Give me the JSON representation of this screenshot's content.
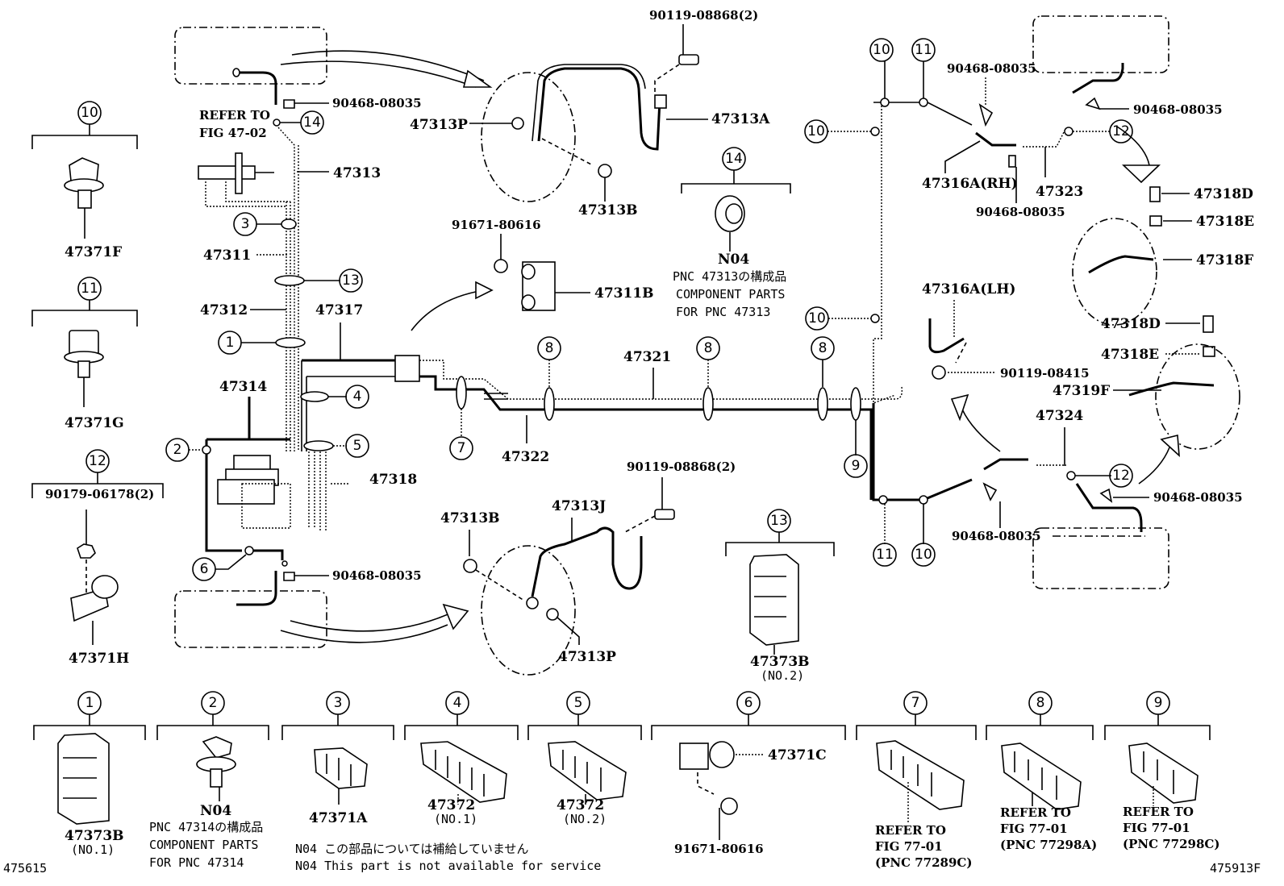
{
  "figure": {
    "left_code": "475615",
    "right_code": "475913F"
  },
  "callouts": {
    "c1": "1",
    "c2": "2",
    "c3": "3",
    "c4": "4",
    "c5": "5",
    "c6": "6",
    "c7": "7",
    "c8": "8",
    "c9": "9",
    "c10": "10",
    "c11": "11",
    "c12": "12",
    "c13": "13",
    "c14": "14"
  },
  "main": {
    "p_90468_top": "90468-08035",
    "refer_to": "REFER TO",
    "fig_47_02": "FIG 47-02",
    "p_47313": "47313",
    "p_47311": "47311",
    "p_47312": "47312",
    "p_47317": "47317",
    "p_47314": "47314",
    "p_47318": "47318",
    "p_90468_bottom": "90468-08035",
    "p_47321": "47321",
    "p_47322": "47322"
  },
  "upper_hose": {
    "p_90119_08868": "90119-08868(2)",
    "p_47313P": "47313P",
    "p_47313A": "47313A",
    "p_47313B": "47313B"
  },
  "bracket": {
    "p_91671": "91671-80616",
    "p_47311B": "47311B"
  },
  "grommet14": {
    "part": "N04",
    "note_jp": "PNC 47313の構成品",
    "note_en1": "COMPONENT PARTS",
    "note_en2": "FOR PNC 47313"
  },
  "lower_hose": {
    "p_47313B": "47313B",
    "p_47313J": "47313J",
    "p_90119_08868": "90119-08868(2)",
    "p_47313P": "47313P"
  },
  "clip13": {
    "part": "47373B",
    "sub": "(NO.2)"
  },
  "right_top": {
    "p_90468_a": "90468-08035",
    "p_90468_b": "90468-08035",
    "p_90468_c": "90468-08035",
    "p_47316A_RH": "47316A(RH)",
    "p_47323": "47323",
    "p_47318D": "47318D",
    "p_47318E": "47318E",
    "p_47318F": "47318F"
  },
  "right_bottom": {
    "p_47316A_LH": "47316A(LH)",
    "p_90119_08415": "90119-08415",
    "p_47318D": "47318D",
    "p_47318E": "47318E",
    "p_47319F": "47319F",
    "p_47324": "47324",
    "p_90468_a": "90468-08035",
    "p_90468_b": "90468-08035"
  },
  "left_col": {
    "clip10": "47371F",
    "clip11": "47371G",
    "clip12_bolt": "90179-06178(2)",
    "clip12": "47371H"
  },
  "bottom_row": [
    {
      "callout": "1",
      "part": "47373B",
      "sub": "(NO.1)"
    },
    {
      "callout": "2",
      "part": "N04",
      "note_jp": "PNC 47314の構成品",
      "note_en1": "COMPONENT PARTS",
      "note_en2": "FOR PNC 47314"
    },
    {
      "callout": "3",
      "part": "47371A"
    },
    {
      "callout": "4",
      "part": "47372",
      "sub": "(NO.1)"
    },
    {
      "callout": "5",
      "part": "47372",
      "sub": "(NO.2)"
    },
    {
      "callout": "6",
      "part": "47371C",
      "bolt": "91671-80616"
    },
    {
      "callout": "7",
      "refer1": "REFER TO",
      "refer2": "FIG 77-01",
      "refer3": "(PNC 77289C)"
    },
    {
      "callout": "8",
      "refer1": "REFER TO",
      "refer2": "FIG 77-01",
      "refer3": "(PNC 77298A)"
    },
    {
      "callout": "9",
      "refer1": "REFER TO",
      "refer2": "FIG 77-01",
      "refer3": "(PNC 77298C)"
    }
  ],
  "footnote": {
    "jp": "N04 この部品については補給していません",
    "en": "N04 This part is not available for service"
  }
}
